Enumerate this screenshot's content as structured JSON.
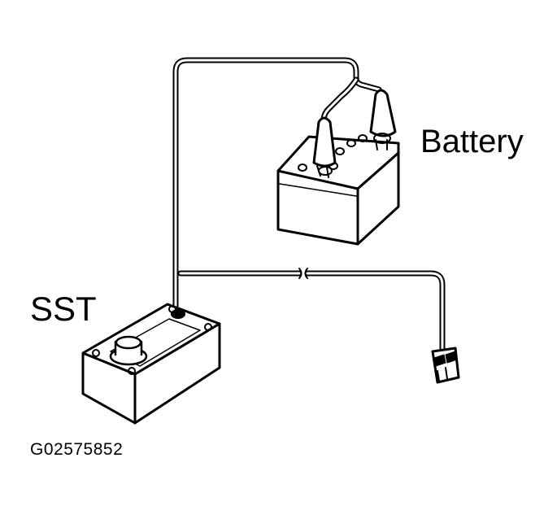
{
  "labels": {
    "battery": "Battery",
    "sst": "SST",
    "figure_code": "G02575852"
  },
  "colors": {
    "ink": "#000000",
    "paper": "#ffffff"
  }
}
